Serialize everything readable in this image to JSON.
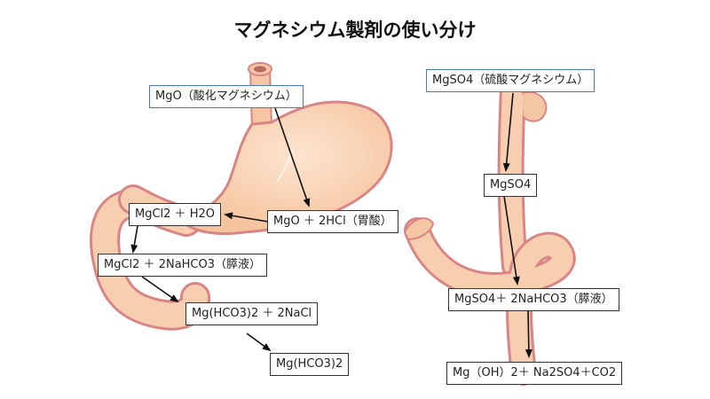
{
  "title": "マグネシウム製剤の使い分け",
  "left": {
    "mgo": "MgO（酸化マグネシウム）",
    "reaction1": "MgO ＋ 2HCl（胃酸）",
    "product1": "MgCl2 ＋ H2O",
    "reaction2": "MgCl2 ＋ 2NaHCO3（膵液）",
    "product2": "Mg(HCO3)2 ＋ 2NaCl",
    "final": "Mg(HCO3)2"
  },
  "right": {
    "mgso4_label": "MgSO4（硫酸マグネシウム）",
    "mgso4": "MgSO4",
    "reaction": "MgSO4＋ 2NaHCO3（膵液）",
    "final": "Mg（OH）2＋ Na2SO4＋CO2"
  },
  "colors": {
    "organ_fill": "#f9d3b4",
    "organ_outline": "#d98585",
    "box_border_blue": "#4a78b8",
    "arrow": "#111111"
  }
}
